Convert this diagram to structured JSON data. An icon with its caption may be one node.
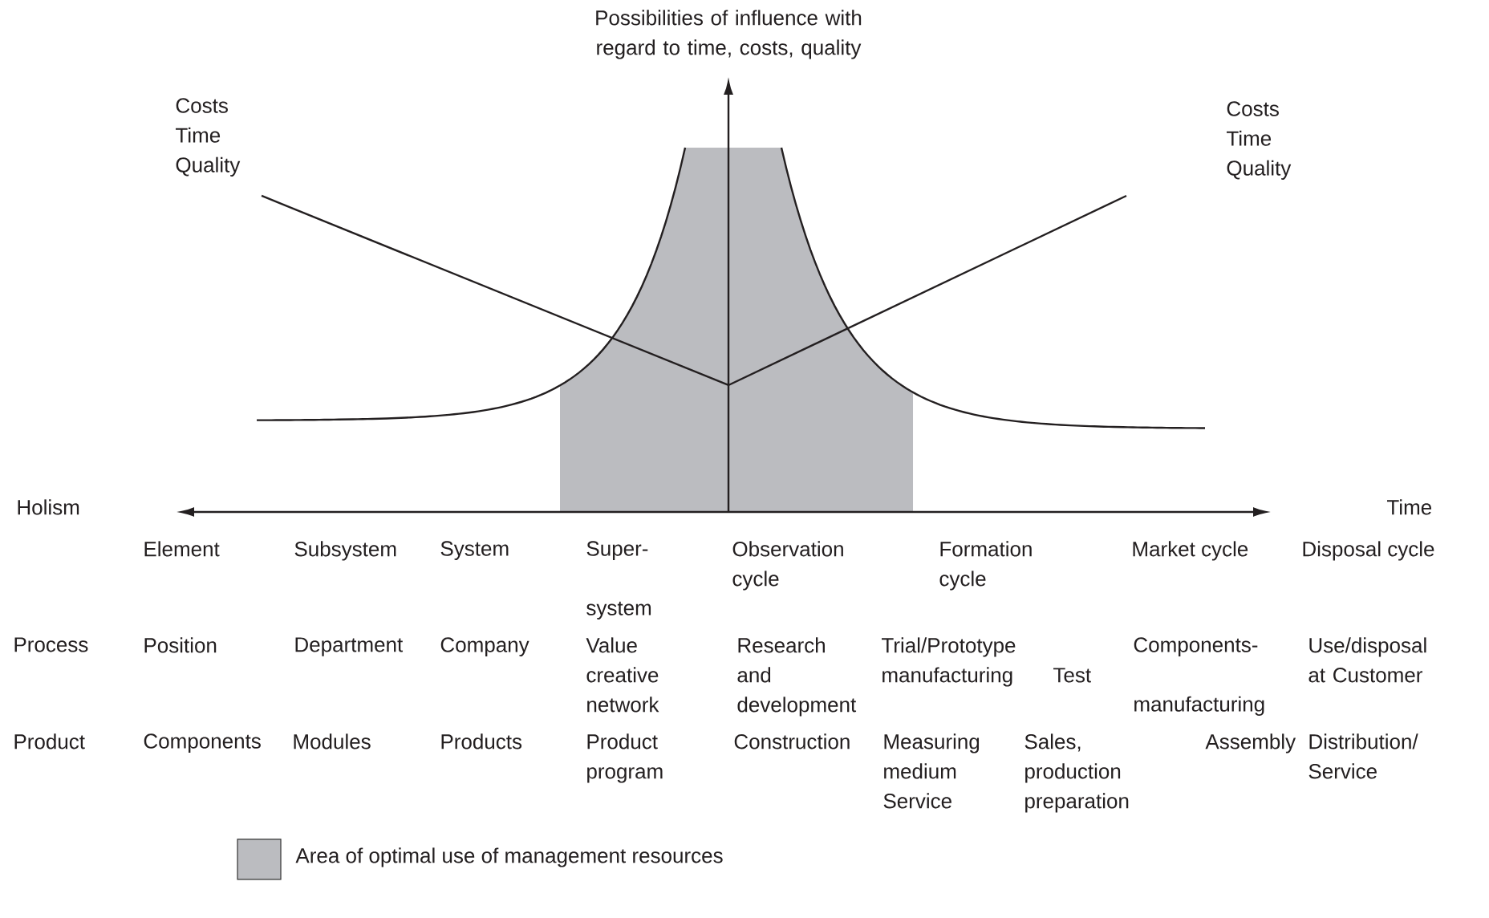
{
  "diagram": {
    "labels": [
      "Possibilities of influence with regard to time, costs, quality",
      "Costs Time Quality",
      "Costs Time Quality",
      "Holism",
      "Time",
      "Element",
      "Subsystem",
      "System",
      "Super- system",
      "Observation cycle",
      "Formation cycle",
      "Market cycle",
      "Disposal cycle",
      "Process",
      "Position",
      "Department",
      "Company",
      "Value creative network",
      "Research and development",
      "Trial/Prototype manufacturing",
      "Test",
      "Components- manufacturing",
      "Use/disposal at Customer",
      "Product",
      "Components",
      "Modules",
      "Products",
      "Product program",
      "Construction",
      "Measuring medium Service",
      "Sales, production preparation",
      "Assembly",
      "Distribution/ Service"
    ],
    "legend": [
      {
        "text": "Area of optimal use of management resources",
        "color": "#bbbcc0"
      }
    ]
  }
}
